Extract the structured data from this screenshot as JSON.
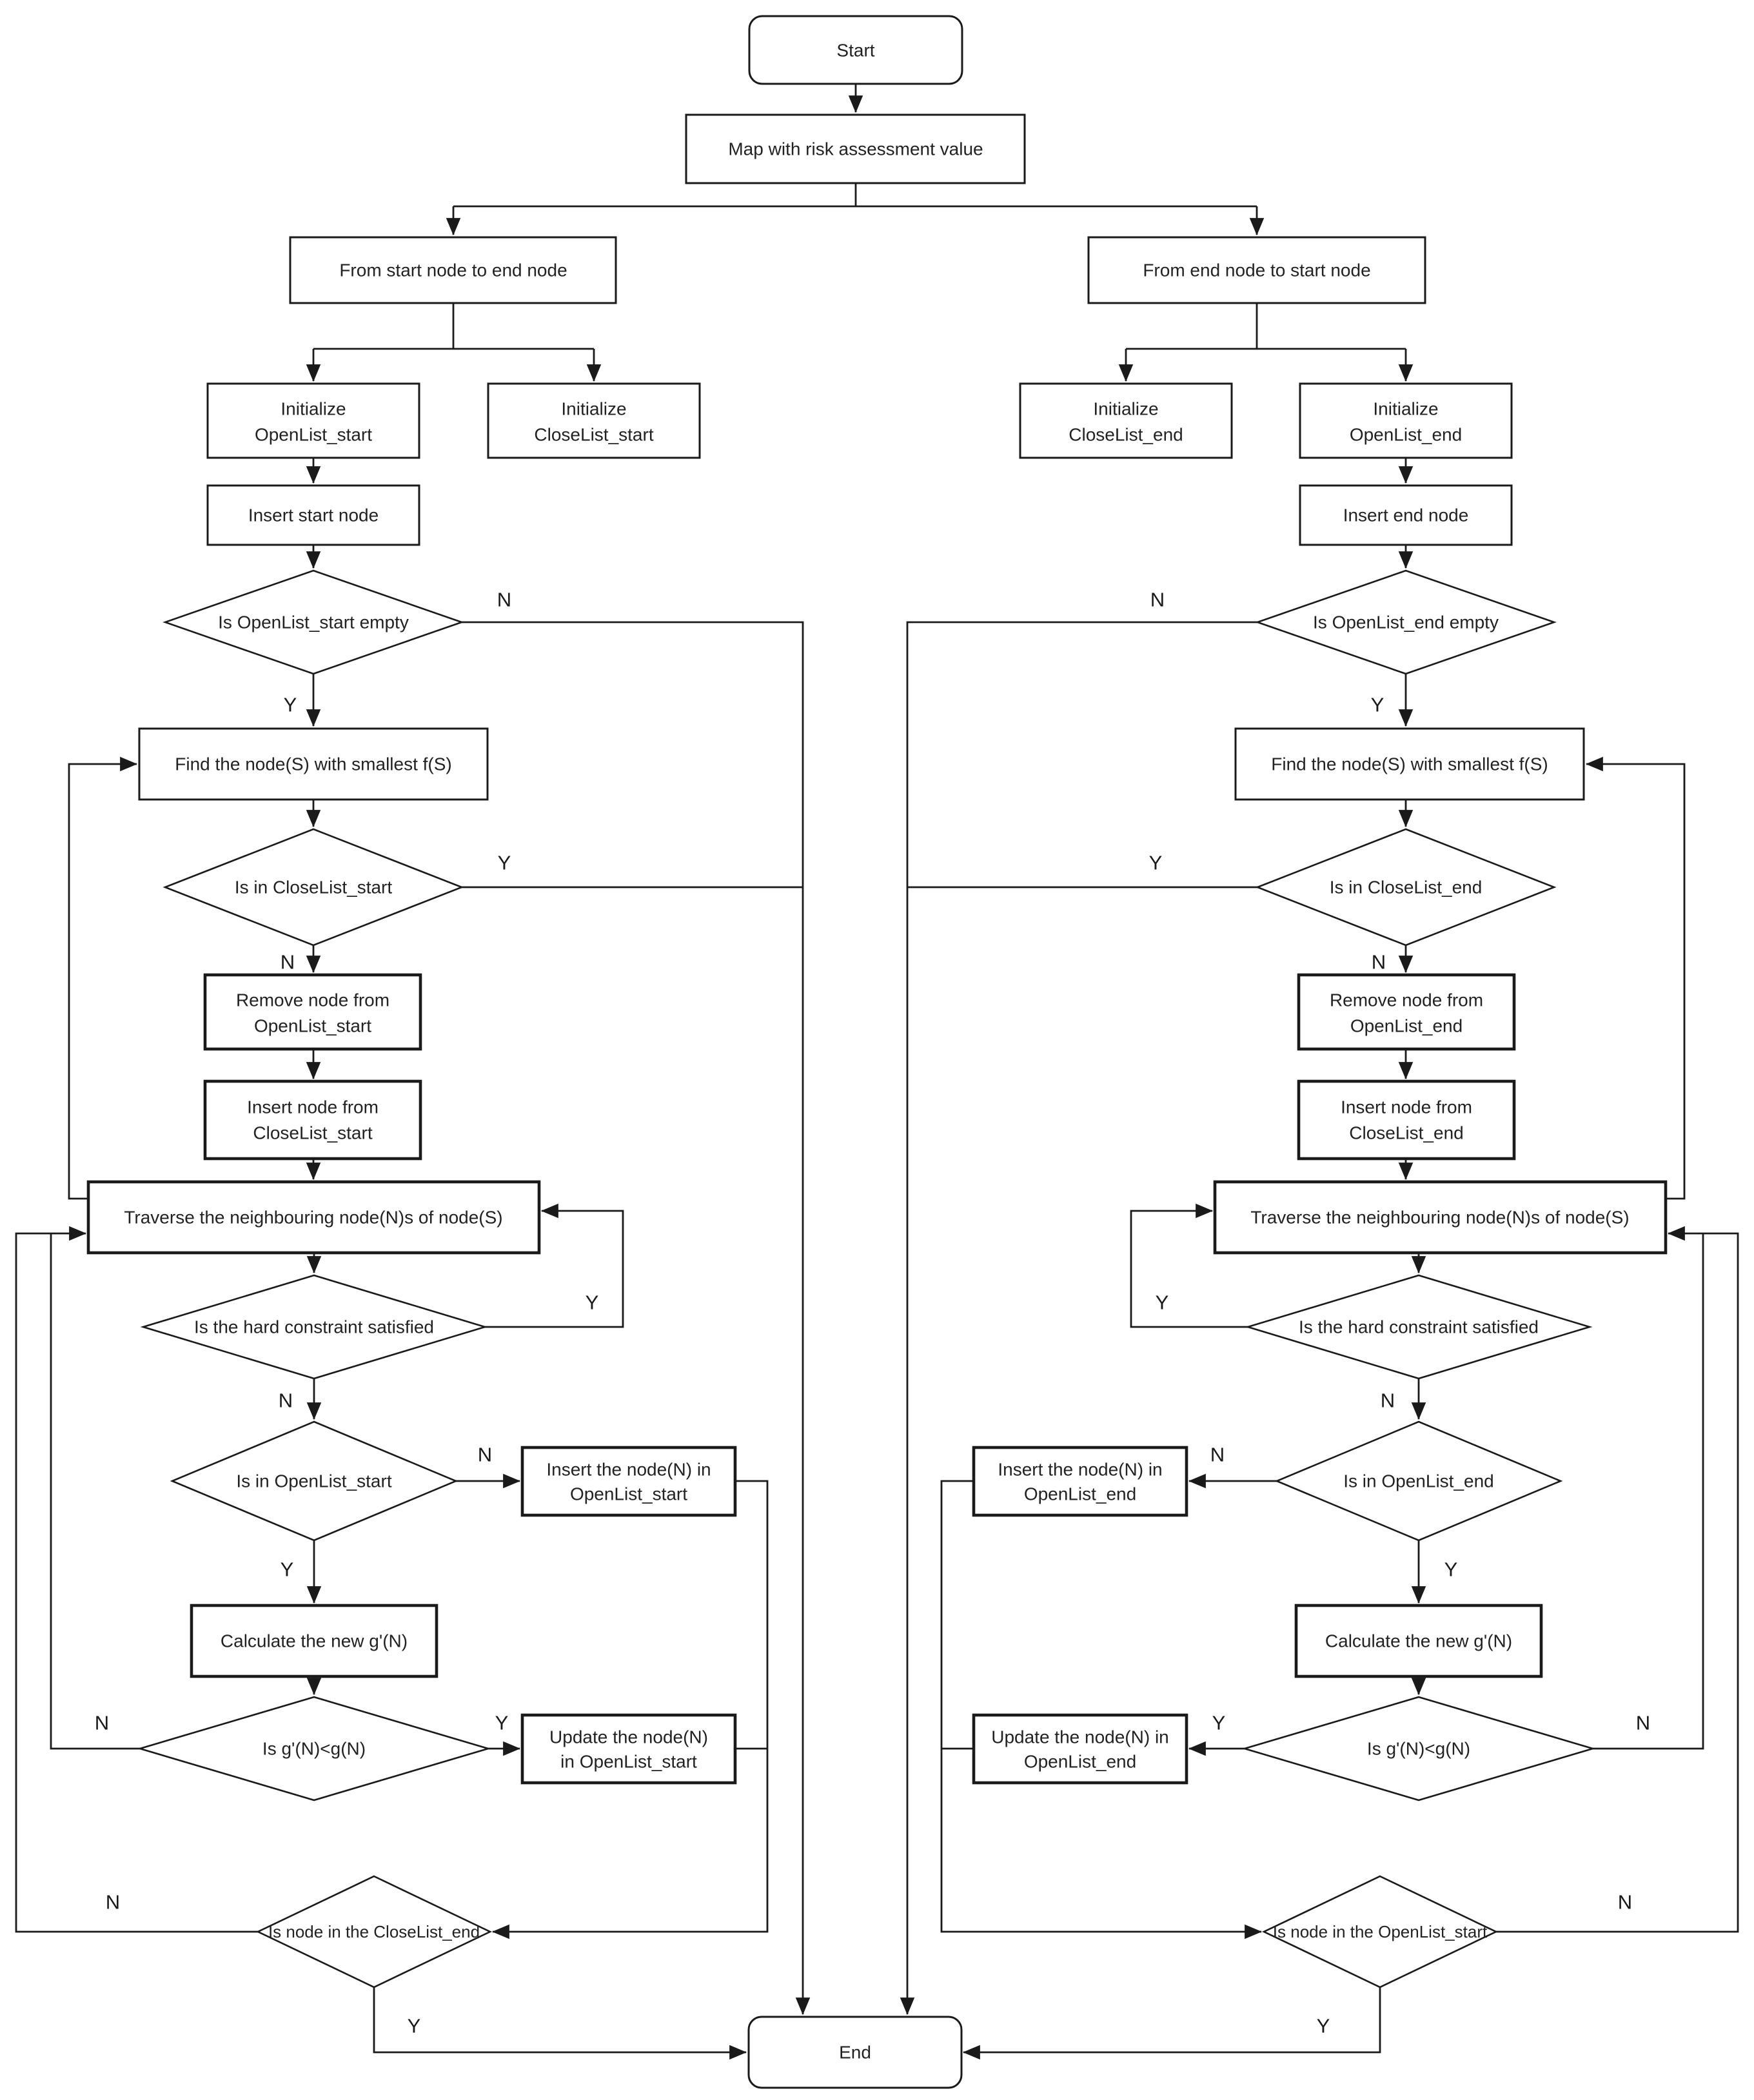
{
  "diagram": {
    "type": "flowchart",
    "description": "Bidirectional A* path planning flowchart with risk assessment map",
    "colors": {
      "line": "#1a1a1a",
      "fill": "#ffffff",
      "text": "#222222"
    },
    "labels": {
      "yes": "Y",
      "no": "N"
    },
    "nodes": {
      "start": "Start",
      "map": "Map with risk assessment value",
      "end": "End",
      "l_branch": "From start node to end node",
      "l_init_open_1": "Initialize",
      "l_init_open_2": "OpenList_start",
      "l_init_close_1": "Initialize",
      "l_init_close_2": "CloseList_start",
      "l_insert": "Insert start node",
      "l_empty": "Is OpenList_start empty",
      "l_find": "Find the node(S) with smallest f(S)",
      "l_inclose": "Is in CloseList_start",
      "l_remove_1": "Remove node from",
      "l_remove_2": "OpenList_start",
      "l_insertfrom_1": "Insert node from",
      "l_insertfrom_2": "CloseList_start",
      "l_traverse": "Traverse the neighbouring node(N)s of node(S)",
      "l_hard": "Is the hard constraint satisfied",
      "l_inopen": "Is in OpenList_start",
      "l_insertn_1": "Insert the node(N) in",
      "l_insertn_2": "OpenList_start",
      "l_calc": "Calculate the new g'(N)",
      "l_gcmp": "Is g'(N)<g(N)",
      "l_update_1": "Update the node(N)",
      "l_update_2": "in OpenList_start",
      "l_check": "Is node in the CloseList_end",
      "r_branch": "From end node to start node",
      "r_init_close_1": "Initialize",
      "r_init_close_2": "CloseList_end",
      "r_init_open_1": "Initialize",
      "r_init_open_2": "OpenList_end",
      "r_insert": "Insert end node",
      "r_empty": "Is OpenList_end empty",
      "r_find": "Find the node(S) with smallest f(S)",
      "r_inclose": "Is in CloseList_end",
      "r_remove_1": "Remove node from",
      "r_remove_2": "OpenList_end",
      "r_insertfrom_1": "Insert node from",
      "r_insertfrom_2": "CloseList_end",
      "r_traverse": "Traverse the neighbouring node(N)s of node(S)",
      "r_hard": "Is the hard constraint satisfied",
      "r_inopen": "Is in OpenList_end",
      "r_insertn_1": "Insert the node(N) in",
      "r_insertn_2": "OpenList_end",
      "r_calc": "Calculate the new g'(N)",
      "r_gcmp": "Is g'(N)<g(N)",
      "r_update_1": "Update the node(N) in",
      "r_update_2": "OpenList_end",
      "r_check": "Is node in the OpenList_start"
    }
  }
}
